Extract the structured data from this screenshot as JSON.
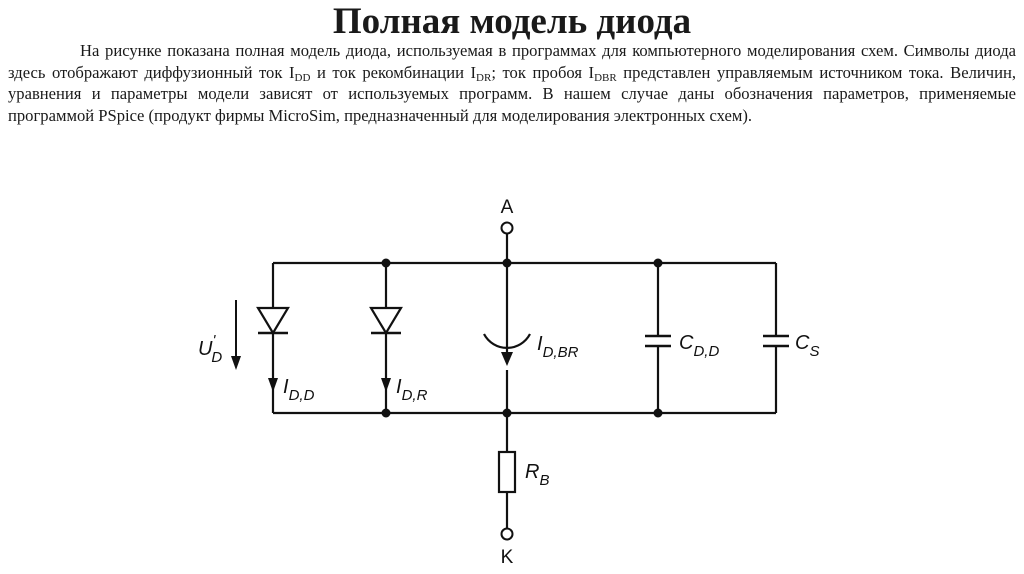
{
  "title": "Полная модель диода",
  "paragraph": {
    "p1": "На рисунке показана полная модель диода, используемая в программах для компьютерного моделирования схем. Символы диода здесь отображают диффузионный ток I",
    "sub_dd": "DD",
    "p2": " и ток рекомбинации I",
    "sub_dr": "DR",
    "p3": "; ток пробоя I",
    "sub_dbr": "DBR",
    "p4": " представлен управляемым источником тока. Величин, уравнения и параметры модели зависят от используемых программ. В нашем случае даны обозначения параметров, применяемые программой PSpice (продукт фирмы MicroSim, предназначенный для моделирования электронных схем)."
  },
  "circuit": {
    "terminal_a": "A",
    "terminal_k": "K",
    "voltage": {
      "main": "U",
      "prime": "'",
      "sub": "D"
    },
    "diode_diffusion": {
      "main": "I",
      "sub": "D,D"
    },
    "diode_recombination": {
      "main": "I",
      "sub": "D,R"
    },
    "breakdown_source": {
      "main": "I",
      "sub": "D,BR"
    },
    "capacitor_diffusion": {
      "main": "C",
      "sub": "D,D"
    },
    "capacitor_junction": {
      "main": "C",
      "sub": "S"
    },
    "resistor": {
      "main": "R",
      "sub": "B"
    }
  }
}
